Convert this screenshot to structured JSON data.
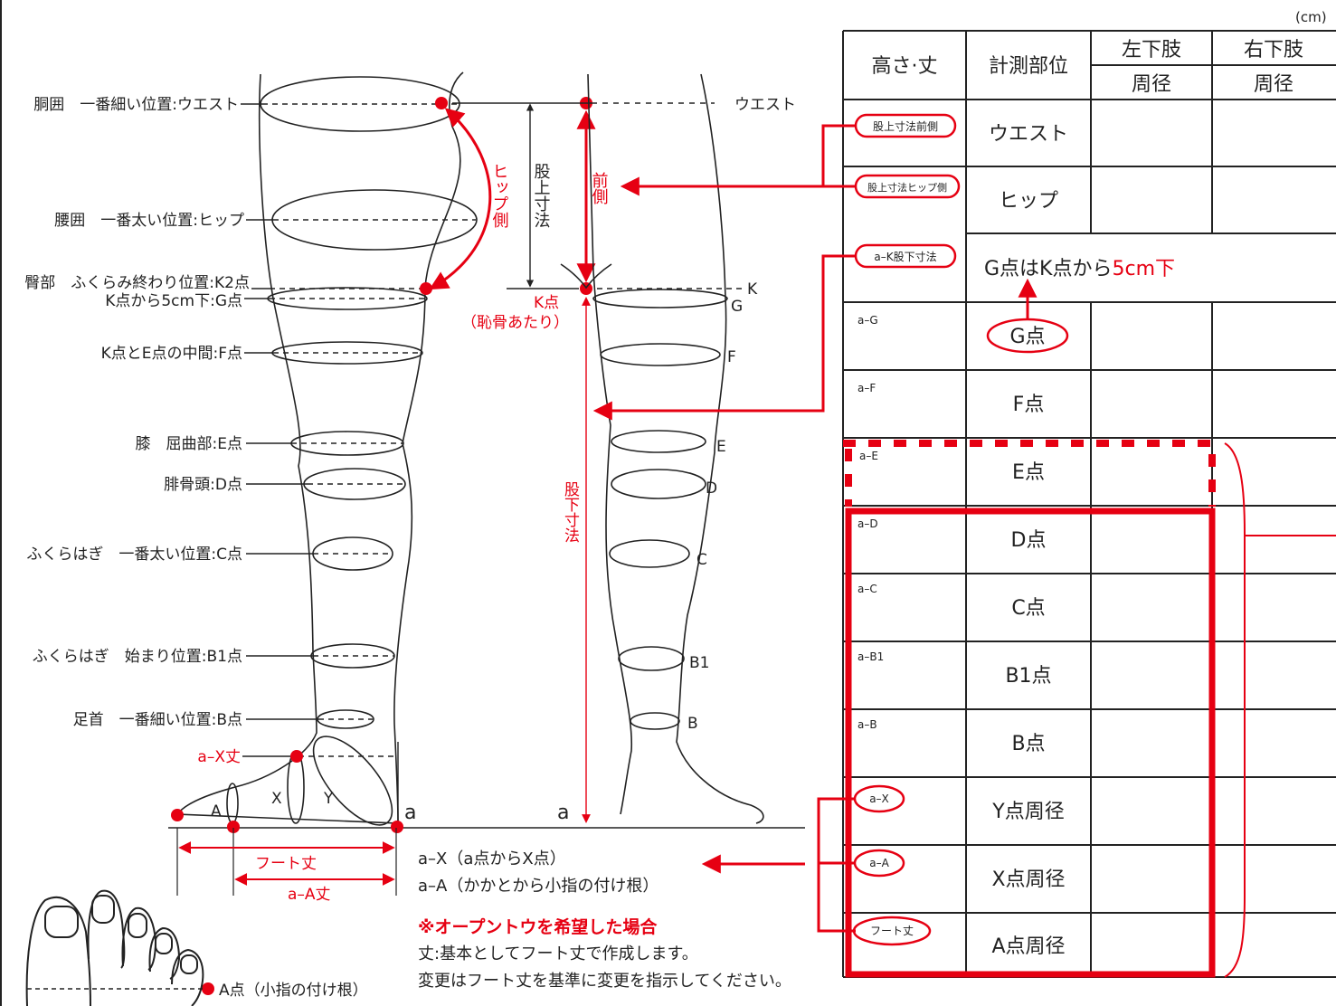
{
  "unit": "(cm)",
  "table": {
    "headers": {
      "height": "高さ·丈",
      "site": "計測部位",
      "left": "左下肢",
      "right": "右下肢",
      "left_sub": "周径",
      "right_sub": "周径"
    },
    "rows": [
      {
        "height": "股上寸法前側",
        "site": "ウエスト"
      },
      {
        "height": "股上寸法ヒップ側",
        "site": "ヒップ"
      },
      {
        "height": "a–K股下寸法",
        "site_prefix": "G点はK点から",
        "site_highlight": "5cm下"
      },
      {
        "height": "a–G",
        "site": "G点"
      },
      {
        "height": "a–F",
        "site": "F点"
      },
      {
        "height": "a–E",
        "site": "E点"
      },
      {
        "height": "a–D",
        "site": "D点"
      },
      {
        "height": "a–C",
        "site": "C点"
      },
      {
        "height": "a–B1",
        "site": "B1点"
      },
      {
        "height": "a–B",
        "site": "B点"
      },
      {
        "height": "a–X",
        "site": "Y点周径"
      },
      {
        "height": "a–A",
        "site": "X点周径"
      },
      {
        "height": "フート丈",
        "site": "A点周径"
      }
    ]
  },
  "left_labels": [
    "胴囲　一番細い位置:ウエスト",
    "腰囲　一番太い位置:ヒップ",
    "臀部　ふくらみ終わり位置:K2点",
    "K点から5cm下:G点",
    "K点とE点の中間:F点",
    "膝　屈曲部:E点",
    "腓骨頭:D点",
    "ふくらはぎ　一番太い位置:C点",
    "ふくらはぎ　始まり位置:B1点",
    "足首　一番細い位置:B点"
  ],
  "leg_labels": {
    "hip_side": "ヒップ側",
    "rise": "股上寸法",
    "front": "前側",
    "waist": "ウエスト",
    "k_point": "K点",
    "k_note": "（恥骨あたり）",
    "inseam": "股下寸法",
    "ax_length": "a–X丈",
    "foot_length": "フート丈",
    "aa_length": "a–A丈",
    "a": "a",
    "A": "A",
    "X": "X",
    "Y": "Y",
    "K": "K",
    "G": "G",
    "F": "F",
    "E": "E",
    "D": "D",
    "C": "C",
    "B1": "B1",
    "B": "B"
  },
  "notes": {
    "line1": "a–X（a点からX点）",
    "line2": "a–A（かかとから小指の付け根）",
    "open_toe_title": "※オープントウを希望した場合",
    "open_toe_1": "丈:基本としてフート丈で作成します。",
    "open_toe_2": "変更はフート丈を基準に変更を指示してください。",
    "a_point": "A点（小指の付け根）"
  },
  "colors": {
    "accent": "#e60012",
    "line": "#222222"
  }
}
